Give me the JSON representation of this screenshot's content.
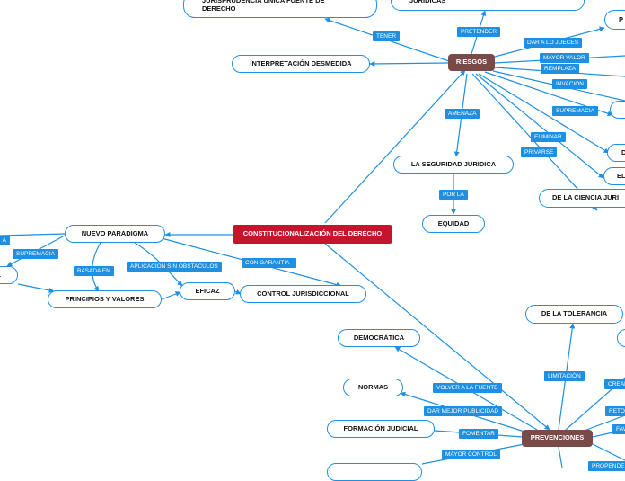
{
  "colors": {
    "edge": "#1e8fe1",
    "central": "#c5152c",
    "hub": "#7a4a48",
    "tag": "#1e8fe1"
  },
  "nodes": {
    "central": "CONSTITUCIONALIZACIÓN DEL DERECHO",
    "riesgos": "RIESGOS",
    "prevenciones": "PREVENCIONES",
    "jurisprudencia": "JURISPRUDENCIA ÚNICA FUENTE DE DERECHO",
    "juridicas": "JURÍDICAS",
    "interpretacion": "INTERPRETACIÓN DESMEDIDA",
    "seguridad": "LA SEGURIDAD JURIDICA",
    "equidad": "EQUIDAD",
    "ciencia": "DE LA CIENCIA JURI",
    "p_partial": "P",
    "d_partial": "D",
    "el_partial": "EL",
    "nuevo_paradigma": "NUEVO PARADIGMA",
    "principios": "PRINCIPIOS Y VALORES",
    "eficaz": "EFICAZ",
    "control": "CONTROL JURISDICCIONAL",
    "l_partial": "L",
    "tolerancia": "DE LA TOLERANCIA",
    "democratica": "DEMOCRÀTICA",
    "normas": "NORMAS",
    "formacion": "FORMACIÓN JUDICIAL"
  },
  "tags": {
    "tener": "TENER",
    "pretender": "PRETENDER",
    "dar_jueces": "DAR A LO JUECES",
    "mayor_valor": "MAYOR VALOR",
    "remplaza": "REMPLAZA",
    "invacion": "INVACION",
    "supremacia_r": "SUPREMACIA",
    "amenaza": "AMENAZA",
    "eliminar": "ELIMINAR",
    "privarse": "PRIVARSE",
    "por_la": "POR LA",
    "a_partial": "A",
    "supremacia_l": "SUPREMACIA",
    "basada_en": "BASADA EN",
    "aplicacion": "APLICACION SIN OBSTACULOS",
    "con_garantia": "CON GARANTIA",
    "limitacion": "LIMITACIÓN",
    "crear": "CREAR",
    "reto": "RETOR",
    "fav": "FAV",
    "volver": "VOLVER A LA FUENTE",
    "publicidad": "DAR MEJOR PUBLICIDAD",
    "fomentar": "FOMENTAR",
    "mayor_control": "MAYOR CONTROL",
    "propender": "PROPENDER"
  }
}
